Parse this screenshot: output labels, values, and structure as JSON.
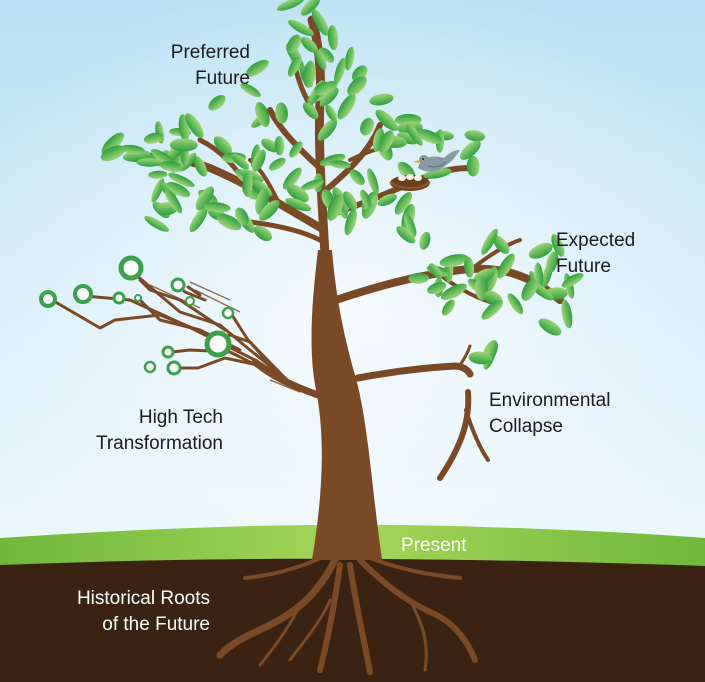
{
  "labels": {
    "preferred": [
      "Preferred",
      "Future"
    ],
    "expected": [
      "Expected",
      "Future"
    ],
    "collapse": [
      "Environmental",
      "Collapse"
    ],
    "hightech": [
      "High Tech",
      "Transformation"
    ],
    "present": "Present",
    "roots": [
      "Historical Roots",
      "of the Future"
    ]
  },
  "colors": {
    "sky_top": "#b9e0f3",
    "sky_bottom": "#e9f6fc",
    "grass": "#8cc63f",
    "grass_dark": "#5faa32",
    "soil": "#3b2314",
    "bark": "#7a4a26",
    "leaf_dark": "#2e9e3e",
    "leaf_light": "#9fd67a",
    "circuit_green": "#3aa14a"
  },
  "icons": [
    "bird-icon",
    "nest-icon",
    "circuit-node-icon",
    "leaf-icon"
  ]
}
